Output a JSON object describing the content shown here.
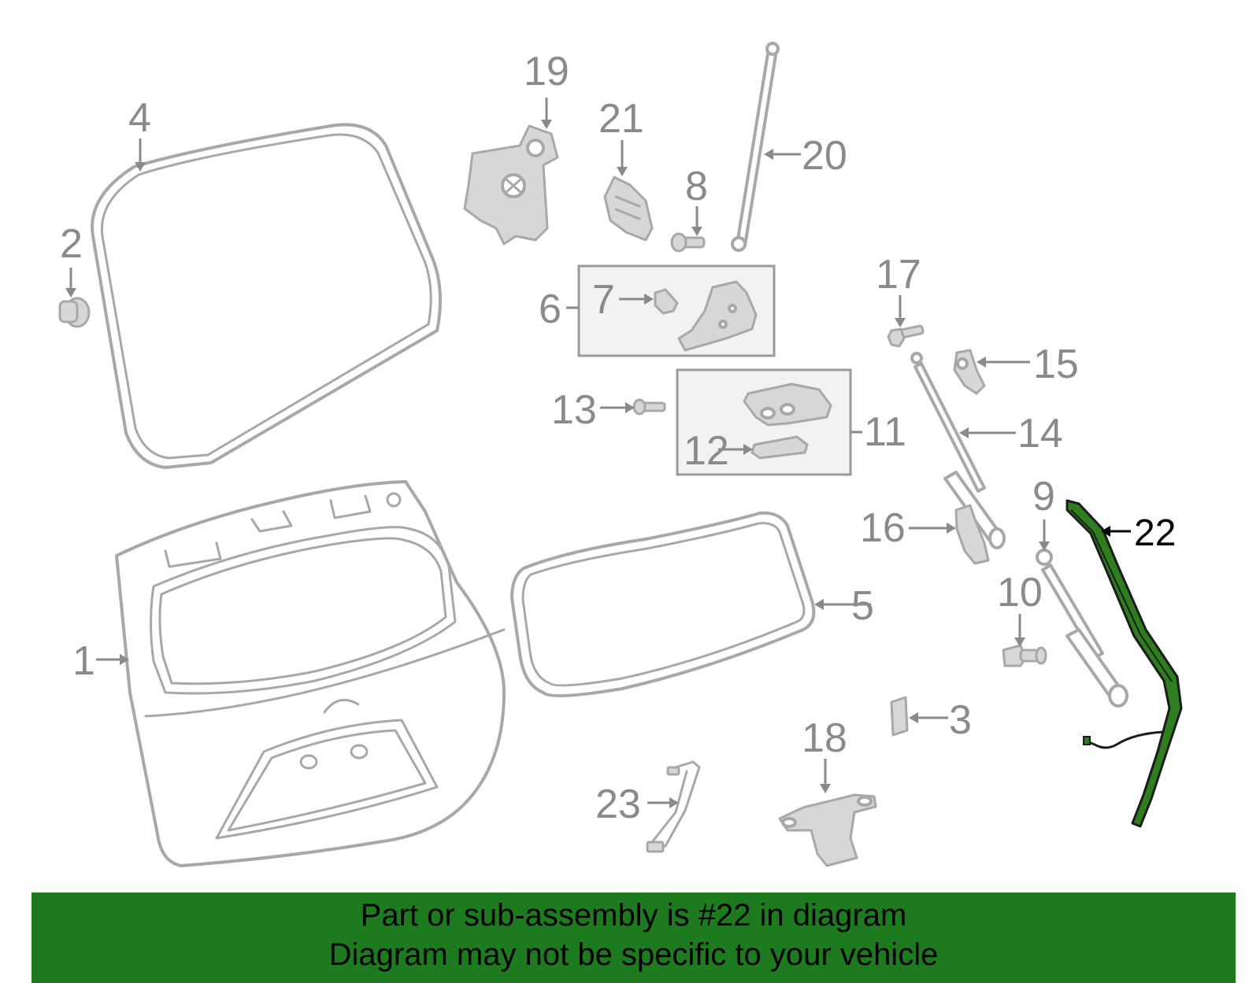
{
  "callouts": [
    {
      "id": "c1",
      "text": "1"
    },
    {
      "id": "c2",
      "text": "2"
    },
    {
      "id": "c3",
      "text": "3"
    },
    {
      "id": "c4",
      "text": "4"
    },
    {
      "id": "c5",
      "text": "5"
    },
    {
      "id": "c6",
      "text": "6"
    },
    {
      "id": "c7",
      "text": "7"
    },
    {
      "id": "c8",
      "text": "8"
    },
    {
      "id": "c9",
      "text": "9"
    },
    {
      "id": "c10",
      "text": "10"
    },
    {
      "id": "c11",
      "text": "11"
    },
    {
      "id": "c12",
      "text": "12"
    },
    {
      "id": "c13",
      "text": "13"
    },
    {
      "id": "c14",
      "text": "14"
    },
    {
      "id": "c15",
      "text": "15"
    },
    {
      "id": "c16",
      "text": "16"
    },
    {
      "id": "c17",
      "text": "17"
    },
    {
      "id": "c18",
      "text": "18"
    },
    {
      "id": "c19",
      "text": "19"
    },
    {
      "id": "c20",
      "text": "20"
    },
    {
      "id": "c21",
      "text": "21"
    },
    {
      "id": "c22",
      "text": "22"
    },
    {
      "id": "c23",
      "text": "23"
    }
  ],
  "highlight": {
    "part": "22",
    "color": "#2e7d1f"
  },
  "banner": {
    "line1": "Part or sub-assembly is #22 in diagram",
    "line2": "Diagram may not be specific to your vehicle",
    "color": "#1e7a1e"
  }
}
